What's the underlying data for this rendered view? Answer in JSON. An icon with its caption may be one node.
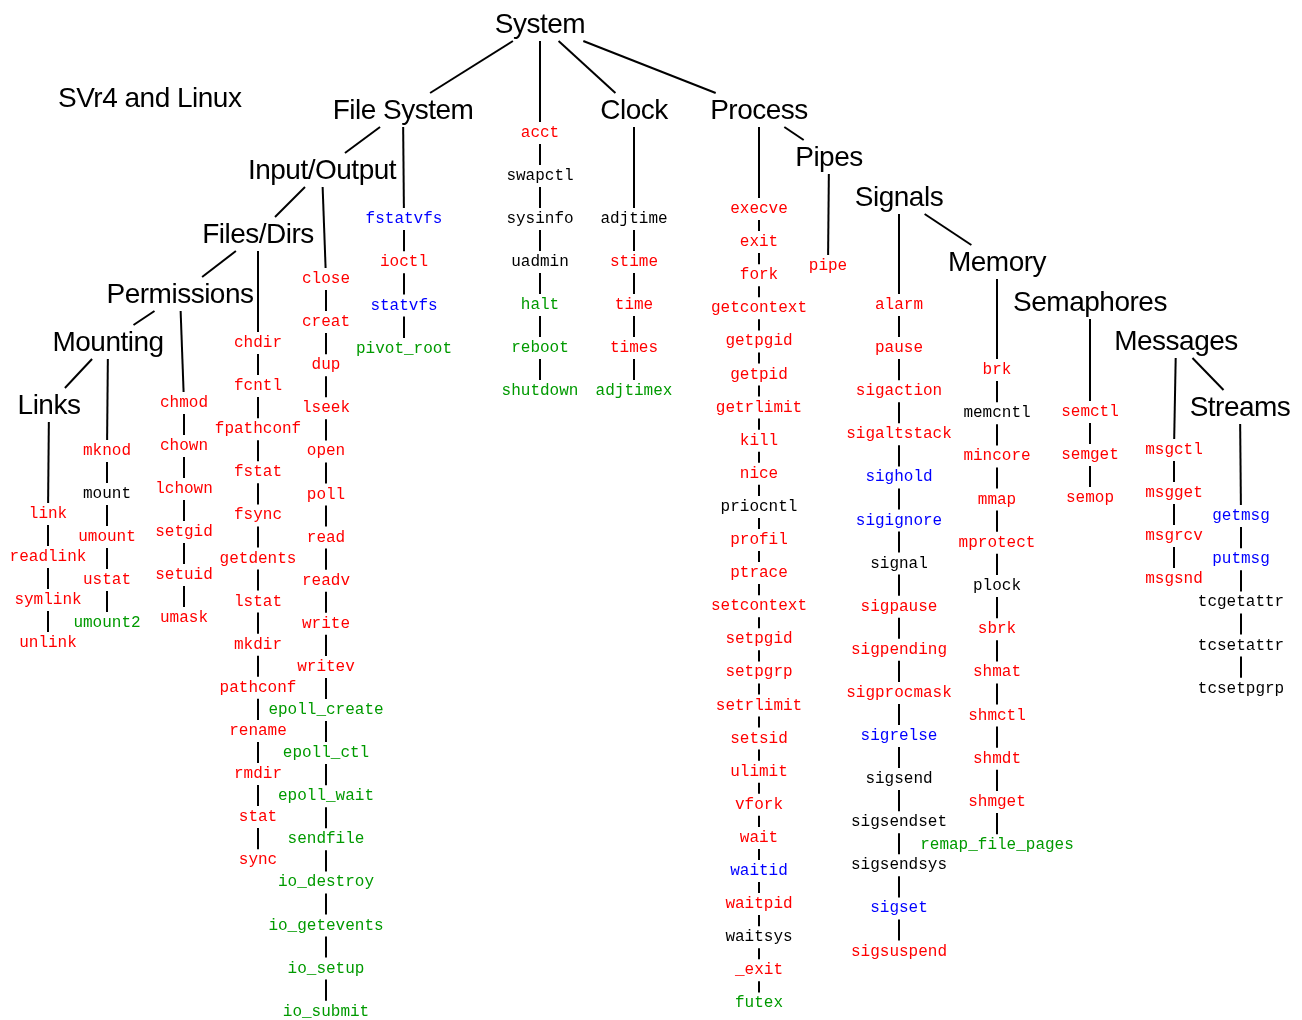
{
  "diagram": {
    "title": "SVr4 and Linux",
    "nodes": [
      {
        "text": [
          "System"
        ]
      },
      {
        "text": [
          "File System"
        ]
      },
      {
        "text": [
          "Input/Output"
        ]
      },
      {
        "text": [
          "Files/Dirs"
        ]
      },
      {
        "text": [
          "Permissions"
        ]
      },
      {
        "text": [
          "Mounting"
        ]
      },
      {
        "text": [
          "Links"
        ]
      },
      {
        "text": [
          "Clock"
        ]
      },
      {
        "text": [
          "Process"
        ]
      },
      {
        "text": [
          "Pipes"
        ]
      },
      {
        "text": [
          "Signals"
        ]
      },
      {
        "text": [
          "Memory"
        ]
      },
      {
        "text": [
          "Semaphores"
        ]
      },
      {
        "text": [
          "Messages"
        ]
      },
      {
        "text": [
          "Streams"
        ]
      },
      {
        "text": [
          "link"
        ]
      },
      {
        "text": [
          "readlink"
        ]
      },
      {
        "text": [
          "symlink"
        ]
      },
      {
        "text": [
          "unlink"
        ]
      },
      {
        "text": [
          "mknod"
        ]
      },
      {
        "text": [
          "mount"
        ]
      },
      {
        "text": [
          "umount"
        ]
      },
      {
        "text": [
          "ustat"
        ]
      },
      {
        "text": [
          "umount2"
        ]
      },
      {
        "text": [
          "chmod"
        ]
      },
      {
        "text": [
          "chown"
        ]
      },
      {
        "text": [
          "lchown"
        ]
      },
      {
        "text": [
          "setgid"
        ]
      },
      {
        "text": [
          "setuid"
        ]
      },
      {
        "text": [
          "umask"
        ]
      },
      {
        "text": [
          "chdir"
        ]
      },
      {
        "text": [
          "fcntl"
        ]
      },
      {
        "text": [
          "fpathconf"
        ]
      },
      {
        "text": [
          "fstat"
        ]
      },
      {
        "text": [
          "fsync"
        ]
      },
      {
        "text": [
          "getdents"
        ]
      },
      {
        "text": [
          "lstat"
        ]
      },
      {
        "text": [
          "mkdir"
        ]
      },
      {
        "text": [
          "pathconf"
        ]
      },
      {
        "text": [
          "rename"
        ]
      },
      {
        "text": [
          "rmdir"
        ]
      },
      {
        "text": [
          "stat"
        ]
      },
      {
        "text": [
          "sync"
        ]
      },
      {
        "text": [
          "close"
        ]
      },
      {
        "text": [
          "creat"
        ]
      },
      {
        "text": [
          "dup"
        ]
      },
      {
        "text": [
          "lseek"
        ]
      },
      {
        "text": [
          "open"
        ]
      },
      {
        "text": [
          "poll"
        ]
      },
      {
        "text": [
          "read"
        ]
      },
      {
        "text": [
          "readv"
        ]
      },
      {
        "text": [
          "write"
        ]
      },
      {
        "text": [
          "writev"
        ]
      },
      {
        "text": [
          "epoll_create"
        ]
      },
      {
        "text": [
          "epoll_ctl"
        ]
      },
      {
        "text": [
          "epoll_wait"
        ]
      },
      {
        "text": [
          "sendfile"
        ]
      },
      {
        "text": [
          "io_destroy"
        ]
      },
      {
        "text": [
          "io_getevents"
        ]
      },
      {
        "text": [
          "io_setup"
        ]
      },
      {
        "text": [
          "io_submit"
        ]
      },
      {
        "text": [
          "fstatvfs"
        ]
      },
      {
        "text": [
          "ioctl"
        ]
      },
      {
        "text": [
          "statvfs"
        ]
      },
      {
        "text": [
          "pivot_root"
        ]
      },
      {
        "text": [
          "acct"
        ]
      },
      {
        "text": [
          "swapctl"
        ]
      },
      {
        "text": [
          "sysinfo"
        ]
      },
      {
        "text": [
          "uadmin"
        ]
      },
      {
        "text": [
          "halt"
        ]
      },
      {
        "text": [
          "reboot"
        ]
      },
      {
        "text": [
          "shutdown"
        ]
      },
      {
        "text": [
          "adjtime"
        ]
      },
      {
        "text": [
          "stime"
        ]
      },
      {
        "text": [
          "time"
        ]
      },
      {
        "text": [
          "times"
        ]
      },
      {
        "text": [
          "adjtimex"
        ]
      },
      {
        "text": [
          "execve"
        ]
      },
      {
        "text": [
          "exit"
        ]
      },
      {
        "text": [
          "fork"
        ]
      },
      {
        "text": [
          "getcontext"
        ]
      },
      {
        "text": [
          "getpgid"
        ]
      },
      {
        "text": [
          "getpid"
        ]
      },
      {
        "text": [
          "getrlimit"
        ]
      },
      {
        "text": [
          "kill"
        ]
      },
      {
        "text": [
          "nice"
        ]
      },
      {
        "text": [
          "priocntl"
        ]
      },
      {
        "text": [
          "profil"
        ]
      },
      {
        "text": [
          "ptrace"
        ]
      },
      {
        "text": [
          "setcontext"
        ]
      },
      {
        "text": [
          "setpgid"
        ]
      },
      {
        "text": [
          "setpgrp"
        ]
      },
      {
        "text": [
          "setrlimit"
        ]
      },
      {
        "text": [
          "setsid"
        ]
      },
      {
        "text": [
          "ulimit"
        ]
      },
      {
        "text": [
          "vfork"
        ]
      },
      {
        "text": [
          "wait"
        ]
      },
      {
        "text": [
          "waitid"
        ]
      },
      {
        "text": [
          "waitpid"
        ]
      },
      {
        "text": [
          "waitsys"
        ]
      },
      {
        "text": [
          "_exit"
        ]
      },
      {
        "text": [
          "futex"
        ]
      },
      {
        "text": [
          "pipe"
        ]
      },
      {
        "text": [
          "alarm"
        ]
      },
      {
        "text": [
          "pause"
        ]
      },
      {
        "text": [
          "sigaction"
        ]
      },
      {
        "text": [
          "sigaltstack"
        ]
      },
      {
        "text": [
          "sighold"
        ]
      },
      {
        "text": [
          "sigignore"
        ]
      },
      {
        "text": [
          "signal"
        ]
      },
      {
        "text": [
          "sigpause"
        ]
      },
      {
        "text": [
          "sigpending"
        ]
      },
      {
        "text": [
          "sigprocmask"
        ]
      },
      {
        "text": [
          "sigrelse"
        ]
      },
      {
        "text": [
          "sigsend"
        ]
      },
      {
        "text": [
          "sigsendset"
        ]
      },
      {
        "text": [
          "sigsendsys"
        ]
      },
      {
        "text": [
          "sigset"
        ]
      },
      {
        "text": [
          "sigsuspend"
        ]
      },
      {
        "text": [
          "brk"
        ]
      },
      {
        "text": [
          "memcntl"
        ]
      },
      {
        "text": [
          "mincore"
        ]
      },
      {
        "text": [
          "mmap"
        ]
      },
      {
        "text": [
          "mprotect"
        ]
      },
      {
        "text": [
          "plock"
        ]
      },
      {
        "text": [
          "sbrk"
        ]
      },
      {
        "text": [
          "shmat"
        ]
      },
      {
        "text": [
          "shmctl"
        ]
      },
      {
        "text": [
          "shmdt"
        ]
      },
      {
        "text": [
          "shmget"
        ]
      },
      {
        "text": [
          "remap_file_pages"
        ]
      },
      {
        "text": [
          "semctl"
        ]
      },
      {
        "text": [
          "semget"
        ]
      },
      {
        "text": [
          "semop"
        ]
      },
      {
        "text": [
          "msgctl"
        ]
      },
      {
        "text": [
          "msgget"
        ]
      },
      {
        "text": [
          "msgrcv"
        ]
      },
      {
        "text": [
          "msgsnd"
        ]
      },
      {
        "text": [
          "getmsg"
        ]
      },
      {
        "text": [
          "putmsg"
        ]
      },
      {
        "text": [
          "tcgetattr"
        ]
      },
      {
        "text": [
          "tcsetattr"
        ]
      },
      {
        "text": [
          "tcsetpgrp"
        ]
      }
    ],
    "edges": [
      {
        "from": 0,
        "to": 1,
        "arrow": "none"
      },
      {
        "from": 0,
        "to": 65,
        "arrow": "none"
      },
      {
        "from": 0,
        "to": 7,
        "arrow": "none"
      },
      {
        "from": 0,
        "to": 8,
        "arrow": "none"
      },
      {
        "from": 1,
        "to": 2,
        "arrow": "none"
      },
      {
        "from": 1,
        "to": 61,
        "arrow": "none"
      },
      {
        "from": 2,
        "to": 3,
        "arrow": "none"
      },
      {
        "from": 2,
        "to": 43,
        "arrow": "none"
      },
      {
        "from": 3,
        "to": 4,
        "arrow": "none"
      },
      {
        "from": 3,
        "to": 30,
        "arrow": "none"
      },
      {
        "from": 4,
        "to": 5,
        "arrow": "none"
      },
      {
        "from": 4,
        "to": 24,
        "arrow": "none"
      },
      {
        "from": 5,
        "to": 6,
        "arrow": "none"
      },
      {
        "from": 5,
        "to": 19,
        "arrow": "none"
      },
      {
        "from": 6,
        "to": 15,
        "arrow": "none"
      },
      {
        "from": 7,
        "to": 72,
        "arrow": "none"
      },
      {
        "from": 8,
        "to": 9,
        "arrow": "none"
      },
      {
        "from": 8,
        "to": 77,
        "arrow": "none"
      },
      {
        "from": 9,
        "to": 102,
        "arrow": "none"
      },
      {
        "from": 10,
        "to": 103,
        "arrow": "none"
      },
      {
        "from": 10,
        "to": 11,
        "arrow": "none"
      },
      {
        "from": 11,
        "to": 119,
        "arrow": "none"
      },
      {
        "from": 12,
        "to": 131,
        "arrow": "none"
      },
      {
        "from": 13,
        "to": 134,
        "arrow": "none"
      },
      {
        "from": 13,
        "to": 14,
        "arrow": "none"
      },
      {
        "from": 14,
        "to": 138,
        "arrow": "none"
      },
      {
        "from": 15,
        "to": 16,
        "arrow": "none"
      },
      {
        "from": 16,
        "to": 17,
        "arrow": "none"
      },
      {
        "from": 17,
        "to": 18,
        "arrow": "none"
      },
      {
        "from": 19,
        "to": 20,
        "arrow": "none"
      },
      {
        "from": 20,
        "to": 21,
        "arrow": "none"
      },
      {
        "from": 21,
        "to": 22,
        "arrow": "none"
      },
      {
        "from": 22,
        "to": 23,
        "arrow": "none"
      },
      {
        "from": 24,
        "to": 25,
        "arrow": "none"
      },
      {
        "from": 25,
        "to": 26,
        "arrow": "none"
      },
      {
        "from": 26,
        "to": 27,
        "arrow": "none"
      },
      {
        "from": 27,
        "to": 28,
        "arrow": "none"
      },
      {
        "from": 28,
        "to": 29,
        "arrow": "none"
      },
      {
        "from": 30,
        "to": 31,
        "arrow": "none"
      },
      {
        "from": 31,
        "to": 32,
        "arrow": "none"
      },
      {
        "from": 32,
        "to": 33,
        "arrow": "none"
      },
      {
        "from": 33,
        "to": 34,
        "arrow": "none"
      },
      {
        "from": 34,
        "to": 35,
        "arrow": "none"
      },
      {
        "from": 35,
        "to": 36,
        "arrow": "none"
      },
      {
        "from": 36,
        "to": 37,
        "arrow": "none"
      },
      {
        "from": 37,
        "to": 38,
        "arrow": "none"
      },
      {
        "from": 38,
        "to": 39,
        "arrow": "none"
      },
      {
        "from": 39,
        "to": 40,
        "arrow": "none"
      },
      {
        "from": 40,
        "to": 41,
        "arrow": "none"
      },
      {
        "from": 41,
        "to": 42,
        "arrow": "none"
      },
      {
        "from": 43,
        "to": 44,
        "arrow": "none"
      },
      {
        "from": 44,
        "to": 45,
        "arrow": "none"
      },
      {
        "from": 45,
        "to": 46,
        "arrow": "none"
      },
      {
        "from": 46,
        "to": 47,
        "arrow": "none"
      },
      {
        "from": 47,
        "to": 48,
        "arrow": "none"
      },
      {
        "from": 48,
        "to": 49,
        "arrow": "none"
      },
      {
        "from": 49,
        "to": 50,
        "arrow": "none"
      },
      {
        "from": 50,
        "to": 51,
        "arrow": "none"
      },
      {
        "from": 51,
        "to": 52,
        "arrow": "none"
      },
      {
        "from": 52,
        "to": 53,
        "arrow": "none"
      },
      {
        "from": 53,
        "to": 54,
        "arrow": "none"
      },
      {
        "from": 54,
        "to": 55,
        "arrow": "none"
      },
      {
        "from": 55,
        "to": 56,
        "arrow": "none"
      },
      {
        "from": 56,
        "to": 57,
        "arrow": "none"
      },
      {
        "from": 57,
        "to": 58,
        "arrow": "none"
      },
      {
        "from": 58,
        "to": 59,
        "arrow": "none"
      },
      {
        "from": 59,
        "to": 60,
        "arrow": "none"
      },
      {
        "from": 61,
        "to": 62,
        "arrow": "none"
      },
      {
        "from": 62,
        "to": 63,
        "arrow": "none"
      },
      {
        "from": 63,
        "to": 64,
        "arrow": "none"
      },
      {
        "from": 65,
        "to": 66,
        "arrow": "none"
      },
      {
        "from": 66,
        "to": 67,
        "arrow": "none"
      },
      {
        "from": 67,
        "to": 68,
        "arrow": "none"
      },
      {
        "from": 68,
        "to": 69,
        "arrow": "none"
      },
      {
        "from": 69,
        "to": 70,
        "arrow": "none"
      },
      {
        "from": 70,
        "to": 71,
        "arrow": "none"
      },
      {
        "from": 72,
        "to": 73,
        "arrow": "none"
      },
      {
        "from": 73,
        "to": 74,
        "arrow": "none"
      },
      {
        "from": 74,
        "to": 75,
        "arrow": "none"
      },
      {
        "from": 75,
        "to": 76,
        "arrow": "none"
      },
      {
        "from": 77,
        "to": 78,
        "arrow": "none"
      },
      {
        "from": 78,
        "to": 79,
        "arrow": "none"
      },
      {
        "from": 79,
        "to": 80,
        "arrow": "none"
      },
      {
        "from": 80,
        "to": 81,
        "arrow": "none"
      },
      {
        "from": 81,
        "to": 82,
        "arrow": "none"
      },
      {
        "from": 82,
        "to": 83,
        "arrow": "none"
      },
      {
        "from": 83,
        "to": 84,
        "arrow": "none"
      },
      {
        "from": 84,
        "to": 85,
        "arrow": "none"
      },
      {
        "from": 85,
        "to": 86,
        "arrow": "none"
      },
      {
        "from": 86,
        "to": 87,
        "arrow": "none"
      },
      {
        "from": 87,
        "to": 88,
        "arrow": "none"
      },
      {
        "from": 88,
        "to": 89,
        "arrow": "none"
      },
      {
        "from": 89,
        "to": 90,
        "arrow": "none"
      },
      {
        "from": 90,
        "to": 91,
        "arrow": "none"
      },
      {
        "from": 91,
        "to": 92,
        "arrow": "none"
      },
      {
        "from": 92,
        "to": 93,
        "arrow": "none"
      },
      {
        "from": 93,
        "to": 94,
        "arrow": "none"
      },
      {
        "from": 94,
        "to": 95,
        "arrow": "none"
      },
      {
        "from": 95,
        "to": 96,
        "arrow": "none"
      },
      {
        "from": 96,
        "to": 97,
        "arrow": "none"
      },
      {
        "from": 97,
        "to": 98,
        "arrow": "none"
      },
      {
        "from": 98,
        "to": 99,
        "arrow": "none"
      },
      {
        "from": 99,
        "to": 100,
        "arrow": "none"
      },
      {
        "from": 100,
        "to": 101,
        "arrow": "none"
      },
      {
        "from": 103,
        "to": 104,
        "arrow": "none"
      },
      {
        "from": 104,
        "to": 105,
        "arrow": "none"
      },
      {
        "from": 105,
        "to": 106,
        "arrow": "none"
      },
      {
        "from": 106,
        "to": 107,
        "arrow": "none"
      },
      {
        "from": 107,
        "to": 108,
        "arrow": "none"
      },
      {
        "from": 108,
        "to": 109,
        "arrow": "none"
      },
      {
        "from": 109,
        "to": 110,
        "arrow": "none"
      },
      {
        "from": 110,
        "to": 111,
        "arrow": "none"
      },
      {
        "from": 111,
        "to": 112,
        "arrow": "none"
      },
      {
        "from": 112,
        "to": 113,
        "arrow": "none"
      },
      {
        "from": 113,
        "to": 114,
        "arrow": "none"
      },
      {
        "from": 114,
        "to": 115,
        "arrow": "none"
      },
      {
        "from": 115,
        "to": 116,
        "arrow": "none"
      },
      {
        "from": 116,
        "to": 117,
        "arrow": "none"
      },
      {
        "from": 117,
        "to": 118,
        "arrow": "none"
      },
      {
        "from": 119,
        "to": 120,
        "arrow": "none"
      },
      {
        "from": 120,
        "to": 121,
        "arrow": "none"
      },
      {
        "from": 121,
        "to": 122,
        "arrow": "none"
      },
      {
        "from": 122,
        "to": 123,
        "arrow": "none"
      },
      {
        "from": 123,
        "to": 124,
        "arrow": "none"
      },
      {
        "from": 124,
        "to": 125,
        "arrow": "none"
      },
      {
        "from": 125,
        "to": 126,
        "arrow": "none"
      },
      {
        "from": 126,
        "to": 127,
        "arrow": "none"
      },
      {
        "from": 127,
        "to": 128,
        "arrow": "none"
      },
      {
        "from": 128,
        "to": 129,
        "arrow": "none"
      },
      {
        "from": 129,
        "to": 130,
        "arrow": "none"
      },
      {
        "from": 131,
        "to": 132,
        "arrow": "none"
      },
      {
        "from": 132,
        "to": 133,
        "arrow": "none"
      },
      {
        "from": 134,
        "to": 135,
        "arrow": "none"
      },
      {
        "from": 135,
        "to": 136,
        "arrow": "none"
      },
      {
        "from": 136,
        "to": 137,
        "arrow": "none"
      },
      {
        "from": 138,
        "to": 139,
        "arrow": "none"
      },
      {
        "from": 139,
        "to": 140,
        "arrow": "none"
      },
      {
        "from": 140,
        "to": 141,
        "arrow": "none"
      },
      {
        "from": 141,
        "to": 142,
        "arrow": "none"
      }
    ]
  }
}
